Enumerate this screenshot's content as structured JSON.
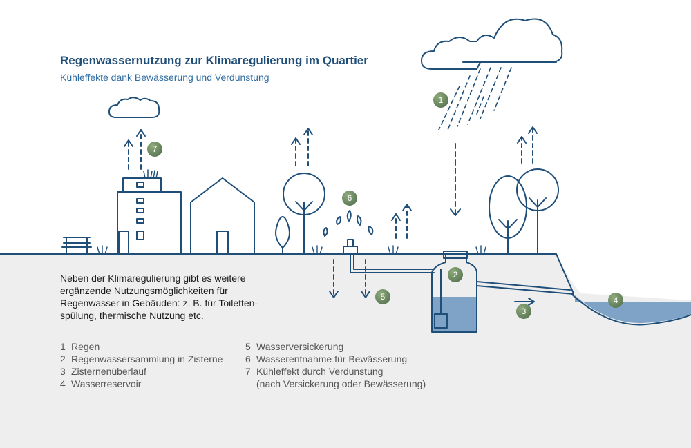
{
  "title": "Regenwassernutzung zur Klimaregulierung im Quartier",
  "subtitle": "Kühleffekte dank Bewässerung und Verdunstung",
  "description_lines": [
    "Neben der Klimaregulierung gibt es weitere",
    "ergänzende Nutzungsmöglichkeiten für",
    "Regenwasser in Gebäuden: z. B. für Toiletten-",
    "spülung, thermische Nutzung etc."
  ],
  "legend": [
    {
      "num": "1",
      "text": "Regen"
    },
    {
      "num": "2",
      "text": "Regenwassersammlung in Zisterne"
    },
    {
      "num": "3",
      "text": "Zisternenüberlauf"
    },
    {
      "num": "4",
      "text": "Wasserreservoir"
    },
    {
      "num": "5",
      "text": "Wasserversickerung"
    },
    {
      "num": "6",
      "text": "Wasserentnahme für Bewässerung"
    },
    {
      "num": "7",
      "text": "Kühleffekt durch Verdunstung"
    }
  ],
  "legend_note": "(nach Versickerung oder Bewässerung)",
  "badges": [
    "1",
    "2",
    "3",
    "4",
    "5",
    "6",
    "7"
  ],
  "colors": {
    "line": "#1f4e79",
    "water": "#7fa3c7",
    "ground": "#eeeeee",
    "badge": "#6b8a63"
  }
}
